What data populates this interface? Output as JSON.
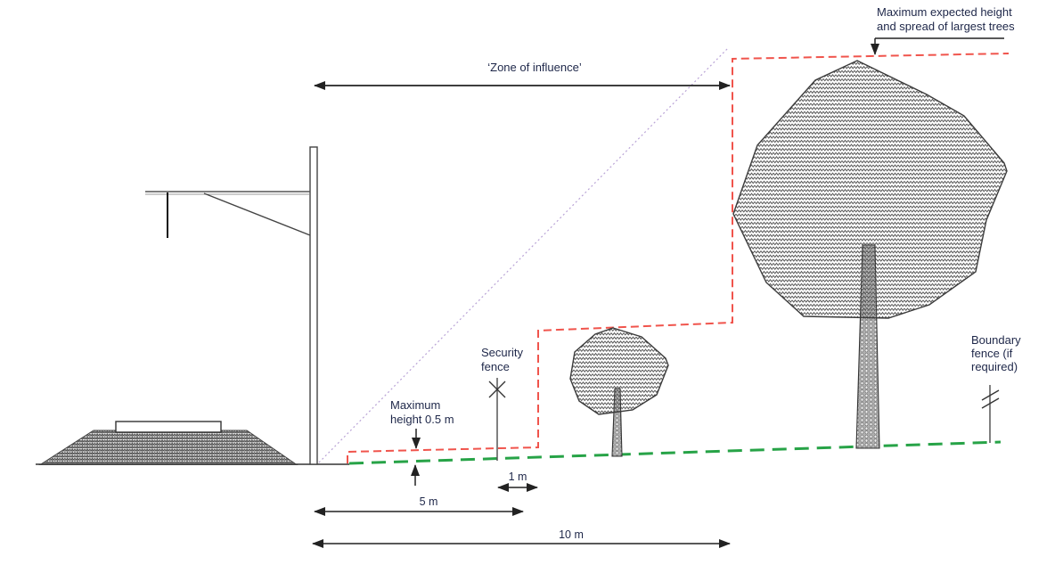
{
  "figure": {
    "name": "Zone of influence railway vegetation diagram"
  },
  "colors": {
    "red_dashed": "#f0544c",
    "green_dashed": "#27a347",
    "diagonal_guide": "#b9a3d6",
    "ink": "#333333",
    "text": "#1e2749"
  },
  "annotations": {
    "max_tree": {
      "line1": "Maximum expected height",
      "line2": "and spread of largest trees"
    },
    "zone_of_influence": "‘Zone of influence’",
    "security_fence": {
      "line1": "Security",
      "line2": "fence"
    },
    "max_height": {
      "line1": "Maximum",
      "line2": "height 0.5 m"
    },
    "boundary_fence": {
      "line1": "Boundary",
      "line2": "fence (if",
      "line3": "required)"
    }
  },
  "dimensions": {
    "fence_offset": "1 m",
    "inner_zone": "5 m",
    "outer_zone": "10 m"
  }
}
